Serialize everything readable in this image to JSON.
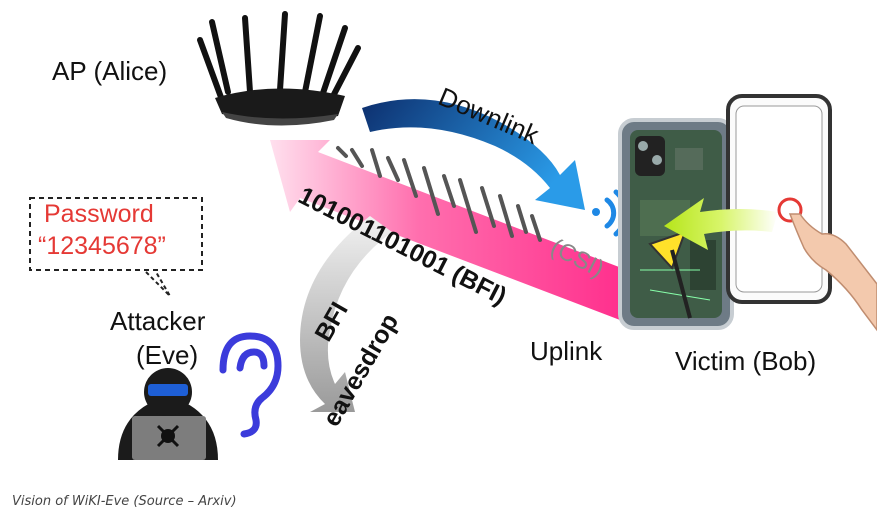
{
  "labels": {
    "ap": "AP (Alice)",
    "downlink": "Downlink",
    "uplink": "Uplink",
    "victim": "Victim (Bob)",
    "attacker_line1": "Attacker",
    "attacker_line2": "(Eve)",
    "password_title": "Password",
    "password_value": "“12345678”",
    "bfi_bits": "101001101001 (BFI)",
    "csi": "(CSI)",
    "bfi": "BFI",
    "eavesdrop": "eavesdrop"
  },
  "caption": "Vision of WiKI-Eve (Source – Arxiv)",
  "colors": {
    "downlink_arrow": "#1f6fc4",
    "uplink_arrow": "#f0127a",
    "eavesdrop_arrow": "#a8a8a8",
    "ear": "#3b3bdb",
    "password_text": "#e53935",
    "tap_arrow": "#c6f02a"
  }
}
